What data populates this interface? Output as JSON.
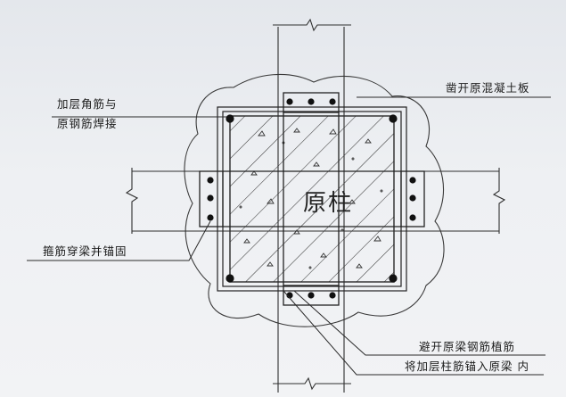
{
  "labels": {
    "left_top_1": "加层角筋与",
    "left_top_2": "原钢筋焊接",
    "right_top": "凿开原混凝土板",
    "left_mid": "箍筋穿梁并锚固",
    "center": "原柱",
    "bottom_1": "避开原梁钢筋植筋",
    "bottom_2": "将加层柱筋锚入原梁 内"
  },
  "colors": {
    "line": "#2a2a2a",
    "paper": "#eceef1"
  }
}
